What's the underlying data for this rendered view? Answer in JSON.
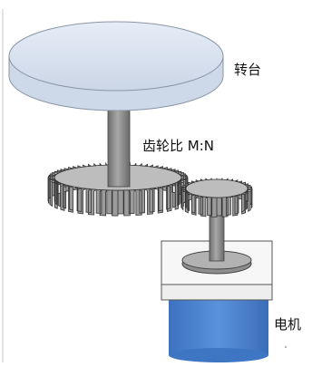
{
  "labels": {
    "turntable": "转台",
    "gear_ratio": "齿轮比 M:N",
    "motor": "电机"
  },
  "colors": {
    "turntable_top": "#dde6f3",
    "turntable_side": "#cfdaea",
    "shaft": "#8a8a8a",
    "gear": "#9a9a9a",
    "motor_body": "#4f86d1",
    "motor_mount": "#f3f3f3"
  }
}
